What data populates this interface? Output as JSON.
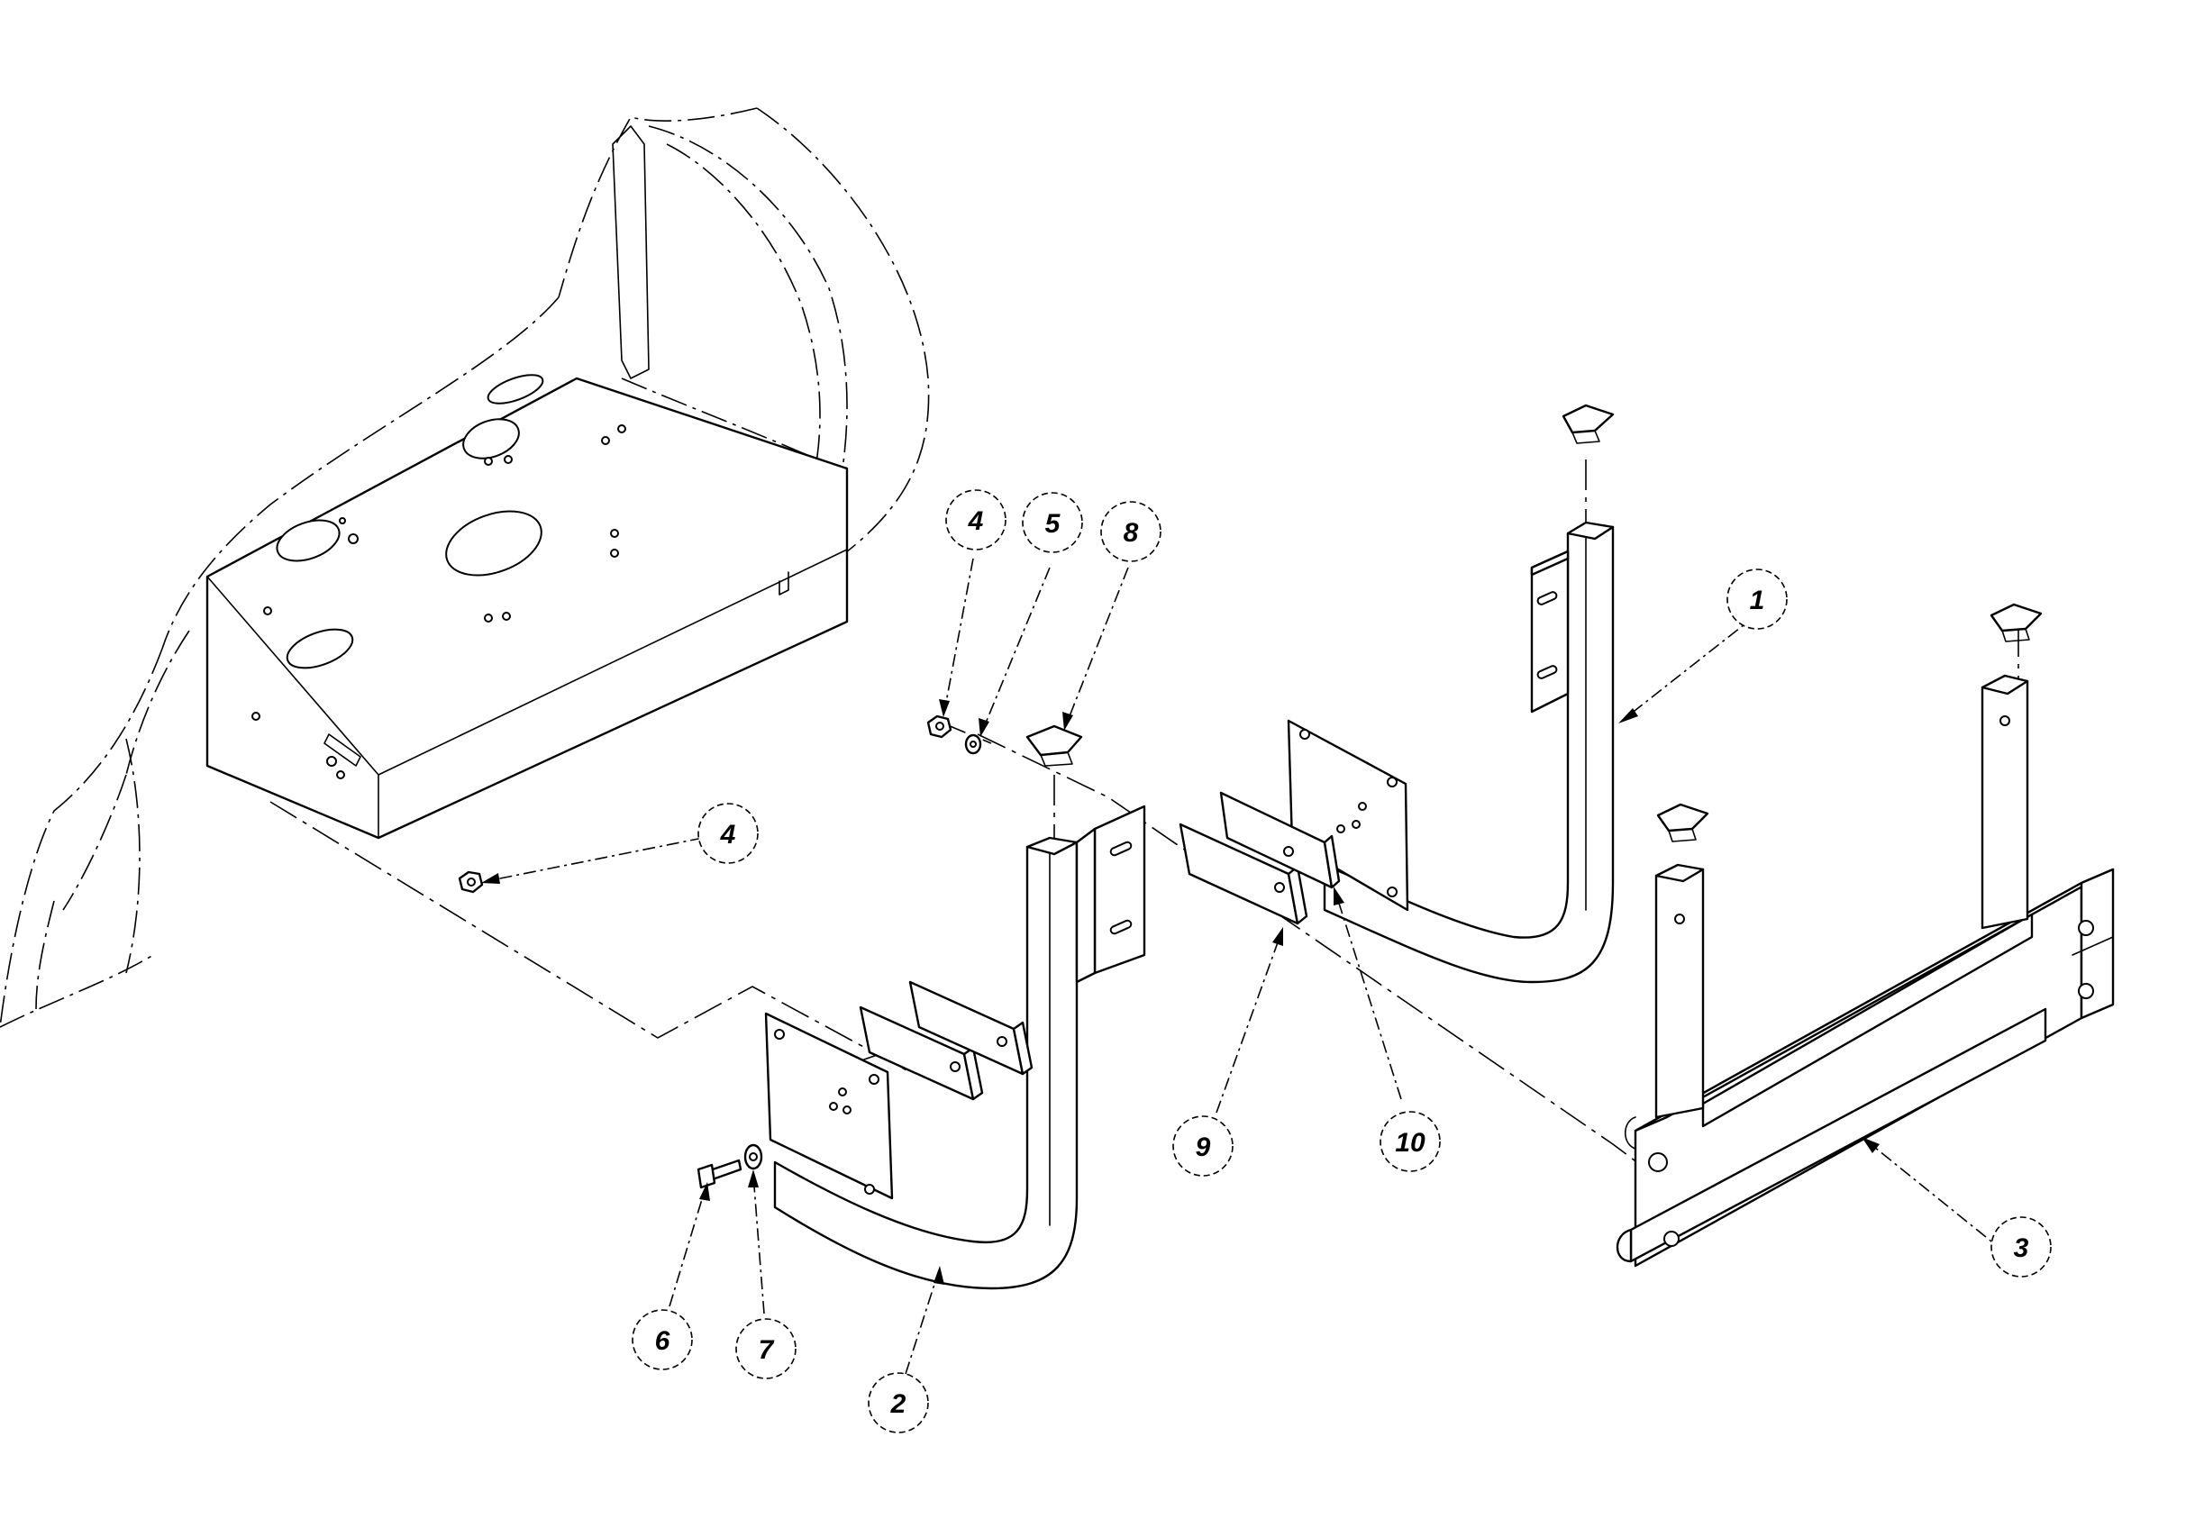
{
  "callouts": [
    {
      "id": "c1",
      "label": "1"
    },
    {
      "id": "c2",
      "label": "2"
    },
    {
      "id": "c3",
      "label": "3"
    },
    {
      "id": "c4a",
      "label": "4"
    },
    {
      "id": "c4b",
      "label": "4"
    },
    {
      "id": "c5",
      "label": "5"
    },
    {
      "id": "c6",
      "label": "6"
    },
    {
      "id": "c7",
      "label": "7"
    },
    {
      "id": "c8",
      "label": "8"
    },
    {
      "id": "c9",
      "label": "9"
    },
    {
      "id": "c10",
      "label": "10"
    }
  ],
  "colors": {
    "line": "#000000",
    "background": "#ffffff"
  }
}
